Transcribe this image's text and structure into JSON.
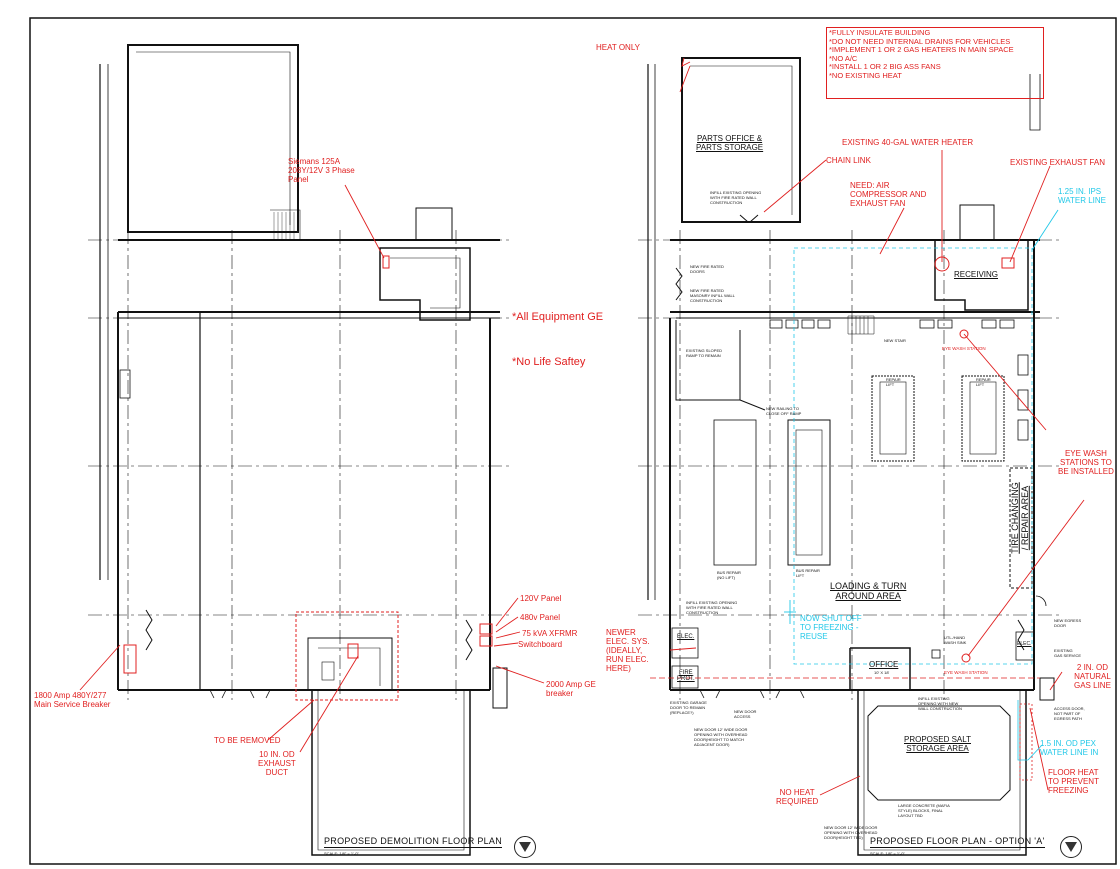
{
  "sheet": {
    "left_plan": {
      "title": "PROPOSED DEMOLITION FLOOR PLAN",
      "scale": "SCALE: 1/8\" = 1'-0\""
    },
    "right_plan": {
      "title": "PROPOSED FLOOR PLAN - OPTION 'A'",
      "scale": "SCALE: 1/8\" = 1'-0\""
    }
  },
  "notes_box": [
    "*FULLY INSULATE BUILDING",
    "*DO NOT NEED INTERNAL DRAINS FOR VEHICLES",
    "*IMPLEMENT 1 OR 2 GAS HEATERS IN MAIN SPACE",
    "*NO A/C",
    "*INSTALL 1 OR 2 BIG ASS FANS",
    "*NO EXISTING HEAT"
  ],
  "left_annotations": {
    "siemens": "Siemans 125A\n208Y/12V 3 Phase\nPanel",
    "all_equipment": "*All Equipment GE",
    "no_life_safety": "*No Life Saftey",
    "panel_120": "120V Panel",
    "panel_480": "480v Panel",
    "xfmr": "75 kVA XFRMR",
    "switchboard": "Switchboard",
    "ge_breaker": "2000 Amp GE\nbreaker",
    "service_breaker": "1800 Amp 480Y/277\nMain Service Breaker",
    "to_be_removed": "TO BE REMOVED",
    "exhaust_duct": "10 IN. OD\nEXHAUST\nDUCT"
  },
  "right_annotations": {
    "heat_only": "HEAT ONLY",
    "water_heater": "EXISTING 40-GAL WATER HEATER",
    "chain_link": "CHAIN LINK",
    "exhaust_fan": "EXISTING EXHAUST FAN",
    "need_air": "NEED: AIR\nCOMPRESSOR AND\nEXHAUST FAN",
    "water_line": "1.25 IN. IPS\nWATER LINE",
    "eye_wash_stations": "EYE WASH\nSTATIONS TO\nBE INSTALLED",
    "newer_elec": "NEWER\nELEC. SYS.\n(IDEALLY,\nRUN ELEC.\nHERE)",
    "shut_off": "NOW SHUT OFF\nTO FREEZING -\nREUSE",
    "gas_line": "2 IN. OD\nNATURAL\nGAS LINE",
    "pex_line": "1.5 IN. OD PEX\nWATER LINE IN",
    "floor_heat": "FLOOR HEAT\nTO PREVENT\nFREEZING",
    "no_heat": "NO HEAT\nREQUIRED",
    "eye_wash_1": "EYE WASH STATION",
    "eye_wash_2": "EYE WASH STATION"
  },
  "rooms": {
    "parts_office": "PARTS OFFICE &\nPARTS STORAGE",
    "receiving": "RECEIVING",
    "loading": "LOADING & TURN\nAROUND AREA",
    "tire_changing": "TIRE CHANGING\n/ REPAIR AREA",
    "office": "OFFICE",
    "office_size": "10' X 18'",
    "salt_storage": "PROPOSED SALT\nSTORAGE AREA",
    "elec": "ELEC.",
    "fire_prot": "FIRE\nPROT.",
    "elec_right": "ELEC."
  },
  "plan_labels": {
    "infill_top": "INFILL EXISTING OPENING\nWITH FIRE RATED WALL\nCONSTRUCTION",
    "fire_doors": "NEW FIRE RATED\nDOORS",
    "masonry_infill": "NEW FIRE RATED\nMASONRY INFILL WALL\nCONSTRUCTION",
    "sloped_ramp": "EXISTING SLOPED\nRAMP TO REMAIN",
    "new_stair": "NEW STAIR",
    "railing": "NEW RAILING TO\nCLOSE OFF RAMP",
    "repair_lift_1": "REPAIR\nLIFT",
    "repair_lift_2": "REPAIR\nLIFT",
    "bus_repair_no_lift": "BUS REPAIR\n(NO LIFT)",
    "bus_repair_lift": "BUS REPAIR\nLIFT",
    "infill_left": "INFILL EXISTING OPENING\nWITH FIRE RATED WALL\nCONSTRUCTION",
    "mop_sink": "UTL./HAND\nWASH SINK",
    "egress_door": "NEW EGRESS\nDOOR",
    "gas_service": "EXISTING\nGAS SERVICE",
    "access_door": "ACCESS DOOR,\nNOT PART OF\nEGRESS PATH",
    "garage_door_remain": "EXISTING GARAGE\nDOOR TO REMAIN\n(REPLACE?)",
    "new_door_access": "NEW DOOR\nACCESS",
    "new_door_12a": "NEW DOOR 12' WIDE DOOR\nOPENING WITH OVERHEAD\nDOOR(HEIGHT TO MATCH\nADJACENT DOOR)",
    "infill_new_wall": "INFILL EXISTING\nOPENING WITH NEW\nWALL CONSTRUCTION",
    "concrete_blocks": "LARGE CONCRETE (MAFIA\nSTYLE) BLOCKS, FINAL\nLAYOUT TBD",
    "new_door_12b": "NEW DOOR 12' WIDE DOOR\nOPENING WITH OVERHEAD\nDOOR(HEIGHT TBD)"
  },
  "colors": {
    "red": "#e02020",
    "cyan": "#22c8e8",
    "line": "#111111"
  }
}
